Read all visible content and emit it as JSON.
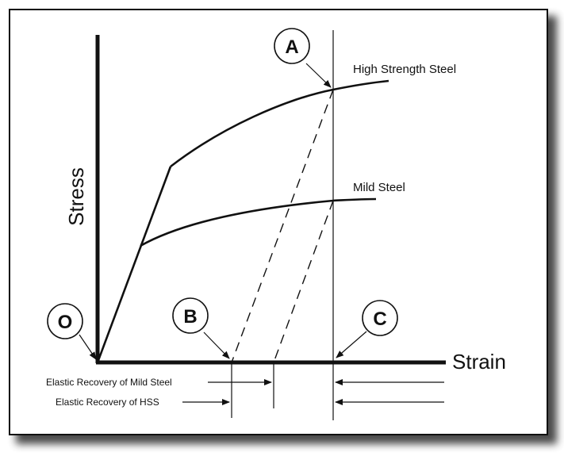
{
  "axes": {
    "y_label": "Stress",
    "x_label": "Strain"
  },
  "curves": {
    "hss": "High Strength Steel",
    "mild": "Mild Steel"
  },
  "points": {
    "o": "O",
    "a": "A",
    "b": "B",
    "c": "C"
  },
  "recovery": {
    "mild": "Elastic Recovery of Mild Steel",
    "hss": "Elastic Recovery of HSS"
  },
  "colors": {
    "ink": "#111111",
    "background": "#ffffff",
    "frame_shadow": "#2b2b2b"
  }
}
